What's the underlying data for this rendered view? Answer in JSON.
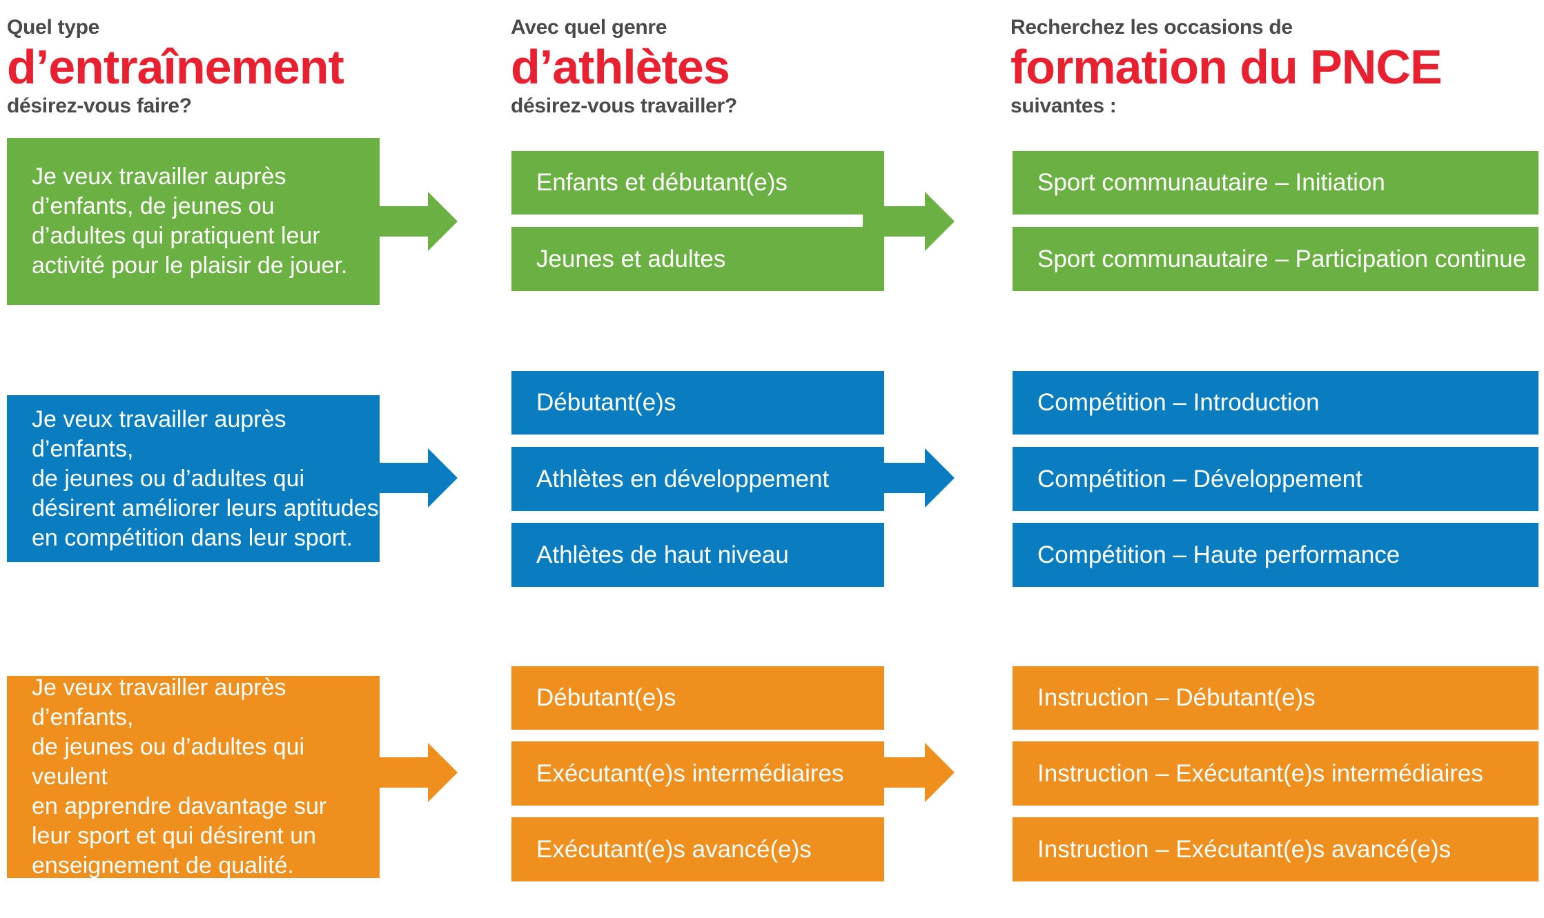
{
  "columns": [
    {
      "line1": "Quel type",
      "highlight": "d’entraînement",
      "line3": "désirez-vous faire?"
    },
    {
      "line1": "Avec quel genre",
      "highlight": "d’athlètes",
      "line3": "désirez-vous travailler?"
    },
    {
      "line1": "Recherchez les occasions de",
      "highlight": "formation du PNCE",
      "line3": "suivantes :"
    }
  ],
  "rows": [
    {
      "color": "#6bb043",
      "desc": "Je veux travailler auprès\nd’enfants, de jeunes ou\nd’adultes qui pratiquent leur\nactivité pour le plaisir de jouer.",
      "athletes": [
        "Enfants et débutant(e)s",
        "Jeunes et adultes"
      ],
      "programs": [
        "Sport communautaire – Initiation",
        "Sport communautaire – Participation continue"
      ]
    },
    {
      "color": "#0a7dc1",
      "desc": "Je veux travailler auprès d’enfants,\nde jeunes ou d’adultes qui\ndésirent améliorer leurs aptitudes\nen compétition dans leur sport.",
      "athletes": [
        "Débutant(e)s",
        "Athlètes en développement",
        "Athlètes de haut niveau"
      ],
      "programs": [
        "Compétition – Introduction",
        "Compétition – Développement",
        "Compétition – Haute performance"
      ]
    },
    {
      "color": "#ee8f1e",
      "desc": "Je veux travailler auprès d’enfants,\nde jeunes ou d’adultes qui veulent\nen apprendre davantage sur\nleur sport et qui désirent un\nenseignement de qualité.",
      "athletes": [
        "Débutant(e)s",
        "Exécutant(e)s intermédiaires",
        "Exécutant(e)s avancé(e)s"
      ],
      "programs": [
        "Instruction – Débutant(e)s",
        "Instruction – Exécutant(e)s intermédiaires",
        "Instruction – Exécutant(e)s avancé(e)s"
      ]
    }
  ]
}
